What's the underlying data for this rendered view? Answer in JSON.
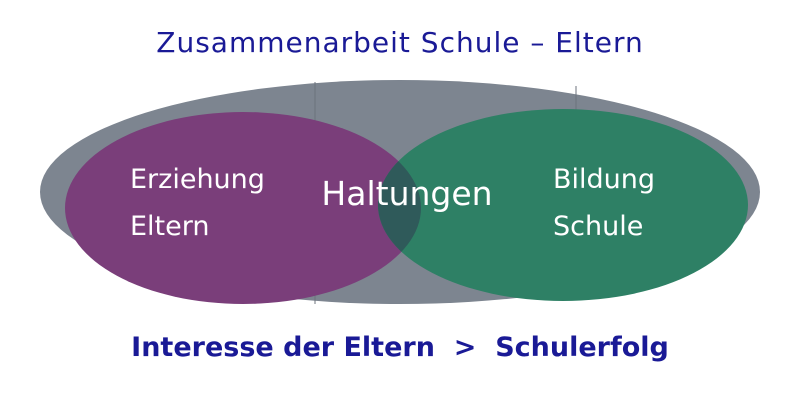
{
  "title": "Zusammenarbeit Schule – Eltern",
  "left_circle": {
    "line1": "Erziehung",
    "line2": "Eltern",
    "color": "#7a3e7a"
  },
  "right_circle": {
    "line1": "Bildung",
    "line2": "Schule",
    "color": "#2e8065"
  },
  "overlap": {
    "label": "Haltungen",
    "color": "#2f5a5a"
  },
  "outer_ellipse": {
    "color": "#7d8590"
  },
  "footer": {
    "left": "Interesse der Eltern",
    "operator": ">",
    "right": "Schulerfolg"
  },
  "colors": {
    "heading": "#1a1a96"
  }
}
